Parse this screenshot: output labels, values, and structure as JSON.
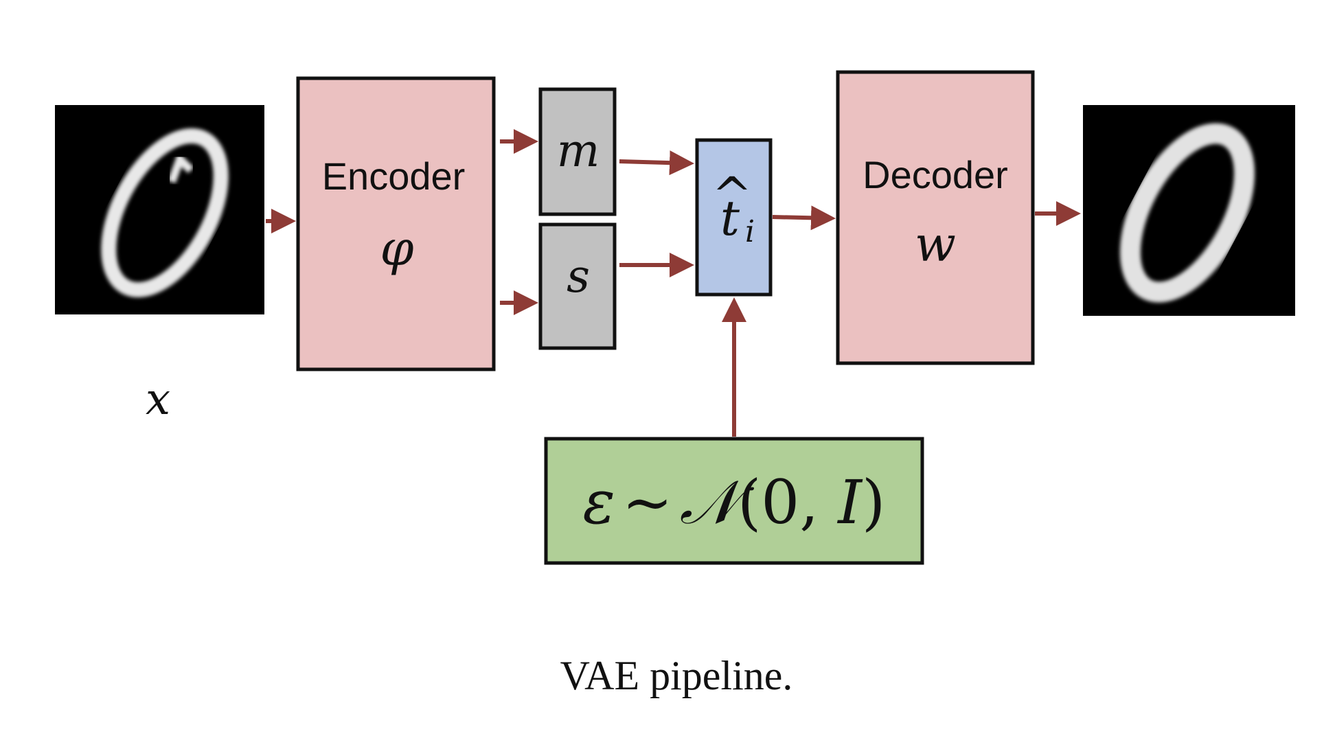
{
  "input": {
    "label": "x"
  },
  "encoder": {
    "title": "Encoder",
    "param": "φ",
    "color": "#ebc1c1"
  },
  "latent_mean": {
    "label": "m",
    "color": "#c1c1c1"
  },
  "latent_std": {
    "label": "s",
    "color": "#c1c1c1"
  },
  "sample": {
    "base": "t",
    "subscript": "i",
    "hat": "^",
    "color": "#b4c6e6"
  },
  "noise": {
    "epsilon": "ε",
    "tilde": "~",
    "dist": "𝒩",
    "args": "(0, ",
    "identity": "I",
    "close": ")",
    "color": "#b0cf97"
  },
  "decoder": {
    "title": "Decoder",
    "param": "w",
    "color": "#ebc1c1"
  },
  "arrow_color": "#8e3b36",
  "caption": "VAE pipeline."
}
